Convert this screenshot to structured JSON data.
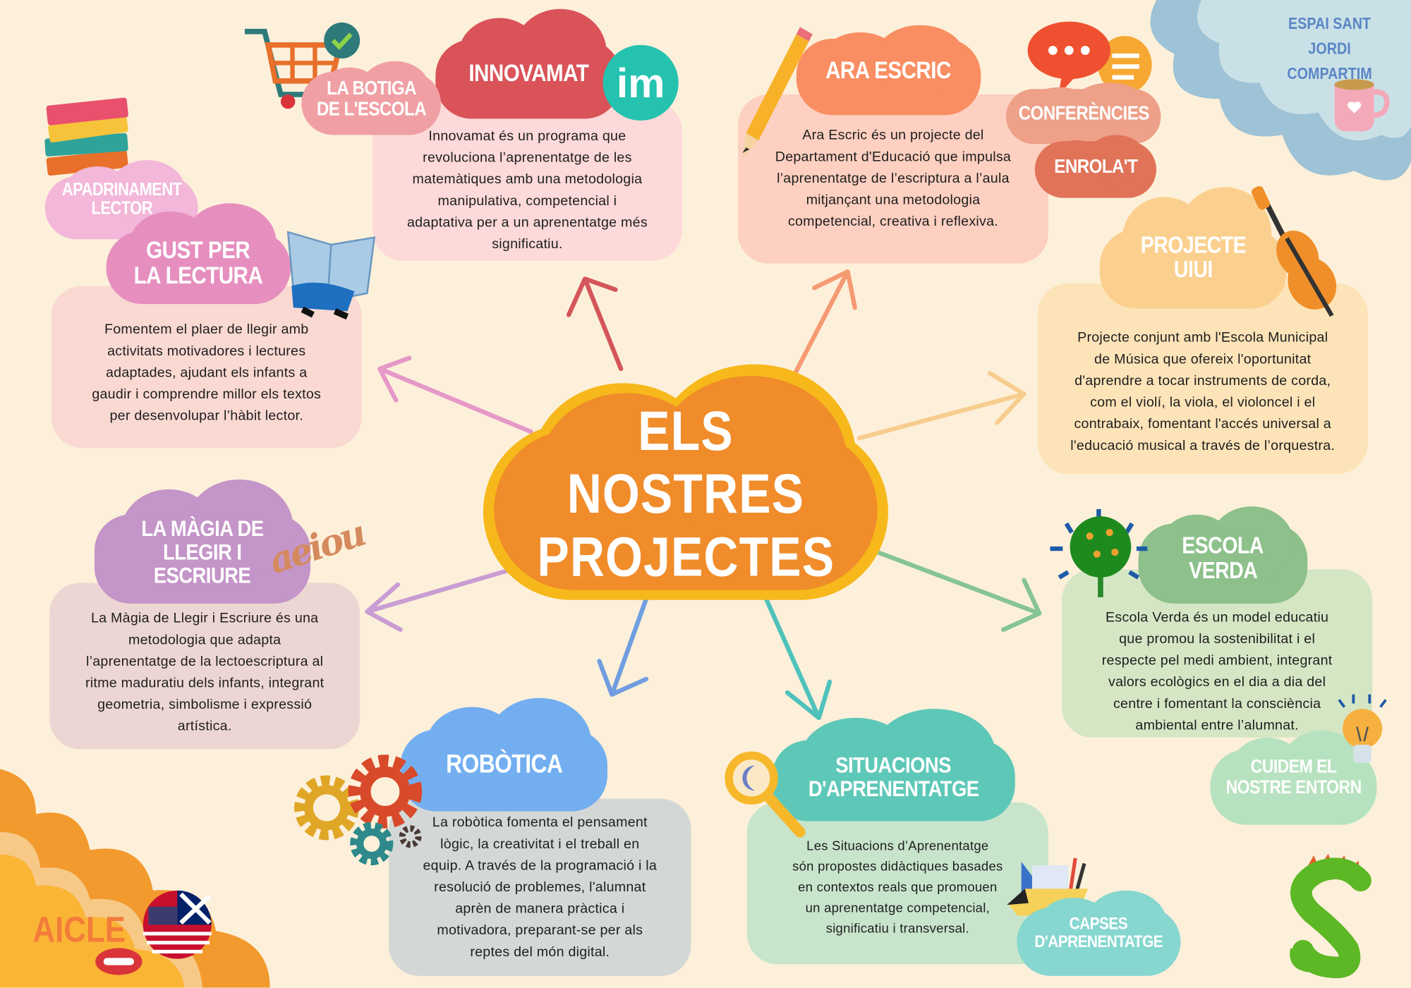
{
  "title": {
    "line1": "ELS NOSTRES",
    "line2": "PROJECTES"
  },
  "colors": {
    "background": "#fdf0da",
    "center": "#f08c2a",
    "center_border": "#f6b81a"
  },
  "projects": {
    "innovamat": {
      "title": "INNOVAMAT",
      "logo": "im",
      "text": [
        "Innovamat és un programa que",
        "revoluciona l’aprenentatge de les",
        "matemàtiques amb una metodologia",
        "manipulativa, competencial i",
        "adaptativa per a un aprenentatge més",
        "significatiu."
      ]
    },
    "ara_escric": {
      "title": "ARA ESCRIC",
      "text": [
        "Ara Escric és un projecte del",
        "Departament d'Educació que impulsa",
        "l’aprenentatge de l’escriptura a l’aula",
        "mitjançant una metodologia",
        "competencial, creativa i reflexiva."
      ]
    },
    "uiui": {
      "title1": "PROJECTE",
      "title2": "UIUI",
      "text": [
        "Projecte conjunt amb l'Escola Municipal",
        "de Música que ofereix l'oportunitat",
        "d'aprendre a tocar instruments de corda,",
        "com el violí, la viola, el violoncel i el",
        "contrabaix, fomentant l'accés universal a",
        "l'educació musical a través de l’orquestra."
      ]
    },
    "gust": {
      "title1": "GUST PER",
      "title2": "LA LECTURA",
      "text": [
        "Fomentem el plaer de llegir amb",
        "activitats motivadores i lectures",
        "adaptades, ajudant els infants a",
        "gaudir i comprendre millor els textos",
        "per desenvolupar l’hàbit lector."
      ]
    },
    "magia": {
      "title1": "LA MÀGIA DE",
      "title2": "LLEGIR I",
      "title3": "ESCRIURE",
      "decor": "aeiou",
      "text": [
        "La Màgia de Llegir i Escriure és una",
        "metodologia que adapta",
        "l’aprenentatge de la lectoescriptura al",
        "ritme maduratiu dels infants, integrant",
        "geometria, simbolisme i expressió",
        "artística."
      ]
    },
    "robotica": {
      "title": "ROBÒTICA",
      "text": [
        "La robòtica fomenta el pensament",
        "lògic, la creativitat i el treball en",
        "equip. A través de la programació i la",
        "resolució de problemes, l'alumnat",
        "aprèn de manera pràctica i",
        "motivadora, preparant-se per als",
        "reptes del món digital."
      ]
    },
    "situacions": {
      "title1": "SITUACIONS",
      "title2": "D'APRENENTATGE",
      "text": [
        "Les Situacions d’Aprenentatge",
        "són propostes didàctiques basades",
        "en contextos reals que promouen",
        "un aprenentatge competencial,",
        "significatiu i transversal."
      ]
    },
    "escola_verda": {
      "title1": "ESCOLA",
      "title2": "VERDA",
      "text": [
        "Escola Verda és un model educatiu",
        "que promou la sostenibilitat i el",
        "respecte pel medi ambient, integrant",
        "valors ecològics en el dia a dia del",
        "centre i fomentant la consciència",
        "ambiental entre l’alumnat."
      ]
    }
  },
  "tags": {
    "botiga": [
      "LA BOTIGA",
      "DE L'ESCOLA"
    ],
    "apadrinament": [
      "APADRINAMENT",
      "LECTOR"
    ],
    "conferencies": "CONFERÈNCIES",
    "enrolat": "ENROLA'T",
    "sant_jordi": [
      "ESPAI SANT JORDI",
      "COMPARTIM"
    ],
    "capses": [
      "CAPSES",
      "D'APRENENTATGE"
    ],
    "cuidem": [
      "CUIDEM EL",
      "NOSTRE ENTORN"
    ],
    "aicle": "AICLE"
  }
}
